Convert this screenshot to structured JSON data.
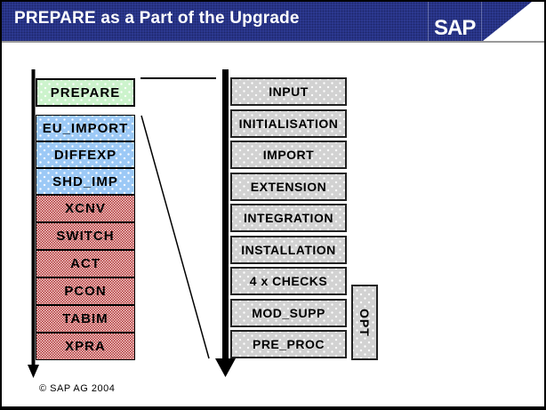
{
  "header": {
    "title": "PREPARE as a Part of the Upgrade",
    "logo": "SAP"
  },
  "left_column": {
    "prepare_label": "PREPARE",
    "blue_items": [
      "EU_IMPORT",
      "DIFFEXP",
      "SHD_IMP"
    ],
    "red_items": [
      "XCNV",
      "SWITCH",
      "ACT",
      "PCON",
      "TABIM",
      "XPRA"
    ]
  },
  "right_column": {
    "items": [
      "INPUT",
      "INITIALISATION",
      "IMPORT",
      "EXTENSION",
      "INTEGRATION",
      "INSTALLATION",
      "4 x CHECKS",
      "MOD_SUPP",
      "PRE_PROC"
    ],
    "opt_label": "OPT"
  },
  "footer": {
    "copyright": "© SAP AG 2004"
  },
  "colors": {
    "header_bg": "#2d3b94",
    "prepare_green": "#ccf3cc",
    "phase_blue": "#9cc9f6",
    "phase_red_dark": "#b02f2f",
    "phase_red_light": "#f3d8d8",
    "module_gray": "#d2d2d2"
  }
}
